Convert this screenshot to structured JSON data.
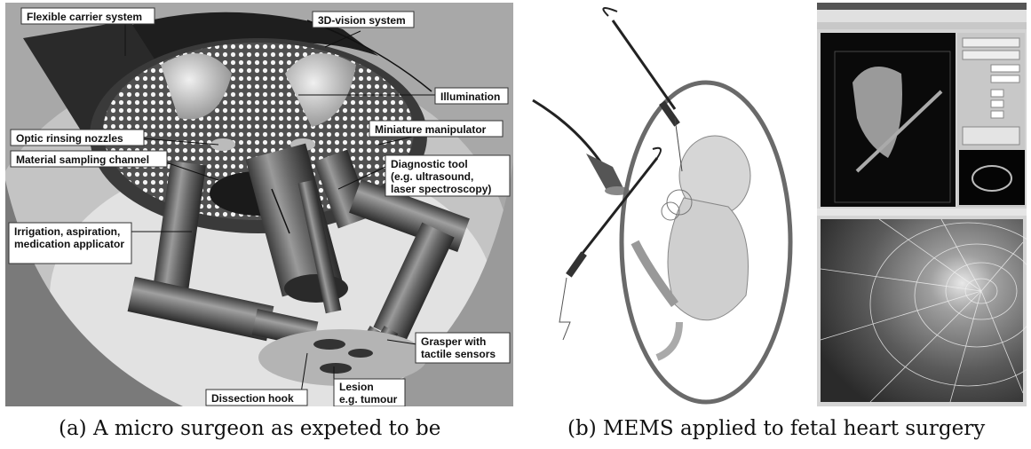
{
  "figure_a": {
    "labels": {
      "carrier": "Flexible carrier system",
      "vision": "3D-vision system",
      "illumination": "Illumination",
      "manipulator": "Miniature manipulator",
      "nozzles": "Optic rinsing nozzles",
      "sampling": "Material sampling channel",
      "diag1": "Diagnostic tool",
      "diag2": "(e.g. ultrasound,",
      "diag3": "laser spectroscopy)",
      "irrig1": "Irrigation, aspiration,",
      "irrig2": "medication applicator",
      "grasper1": "Grasper with",
      "grasper2": "tactile sensors",
      "hook": "Dissection hook",
      "lesion1": "Lesion",
      "lesion2": "e.g. tumour"
    },
    "caption": "(a) A micro surgeon as expeted to be"
  },
  "figure_b": {
    "caption": "(b) MEMS applied to fetal heart surgery"
  }
}
